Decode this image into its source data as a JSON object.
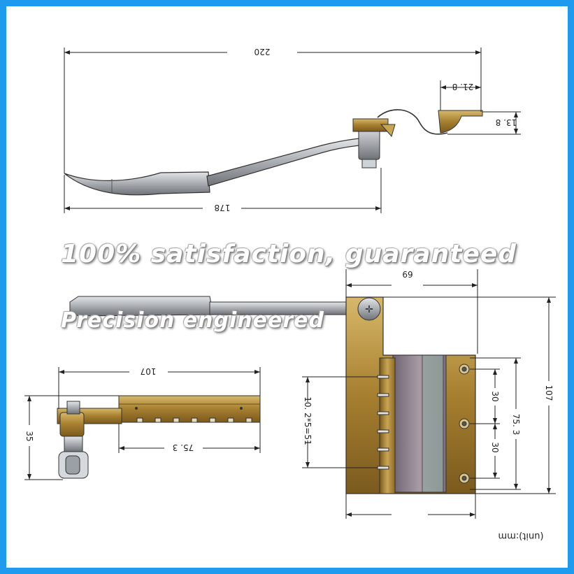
{
  "overlay": {
    "line1": "100% satisfaction, guaranteed",
    "line2": "Precision engineered"
  },
  "dimensions": {
    "d220": "220",
    "d21_8": "21. 8",
    "d13_8": "13. 8",
    "d178": "178",
    "d69": "69",
    "d107_top": "107",
    "d107_right": "107",
    "d10_2": "10. 2*5=51",
    "d30_a": "30",
    "d30_b": "30",
    "d75_3_right": "75. 3",
    "d75_3_bottom": "75. 3",
    "d35": "35"
  },
  "unit_note": "(unit):mm",
  "colors": {
    "frame": "#1e9bef",
    "brass": "#b08a3c",
    "plate": "#8a7f86",
    "steel": "#9fa3a8"
  }
}
